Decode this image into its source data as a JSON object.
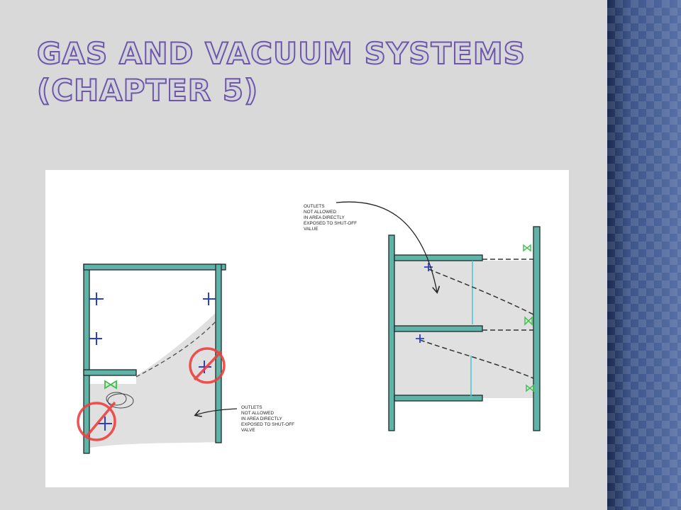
{
  "slide": {
    "title_line1": "Gas and Vacuum Systems",
    "title_line2": "(Chapter 5)"
  },
  "diagram": {
    "left_note": [
      "OUTLETS",
      "NOT ALLOWED",
      "IN AREA DIRECTLY",
      "EXPOSED TO SHUT-OFF",
      "VALVE"
    ],
    "right_note": [
      "OUTLETS",
      "NOT ALLOWED",
      "IN AREA DIRECTLY",
      "EXPOSED TO SHUT-OFF",
      "VALUE"
    ],
    "colors": {
      "wall_fill": "#5fb3a8",
      "wall_stroke": "#1e2a2a",
      "outlet": "#2b3fd1",
      "valve": "#3cc04a",
      "prohibit": "#ef3f3f",
      "shade": "#e0e0e0"
    }
  }
}
